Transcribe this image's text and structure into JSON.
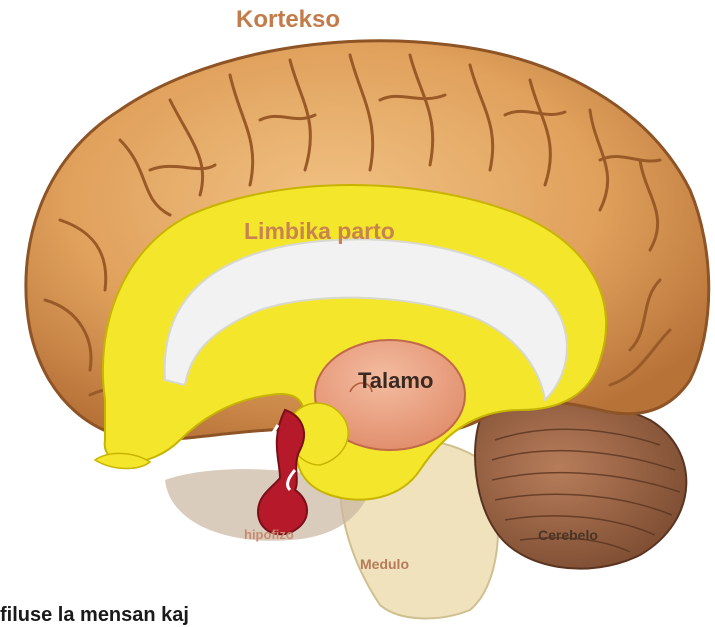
{
  "labels": {
    "cortex": "Kortekso",
    "limbic": "Limbika parto",
    "thalamus": "Talamo",
    "pituitary": "hipofizo",
    "cerebellum": "Cerebelo",
    "medulla": "Medulo"
  },
  "caption": "filuse la mensan kaj",
  "colors": {
    "cortex": "#e0a15c",
    "cortex_dark": "#a8632e",
    "limbic": "#f4e62a",
    "thalamus": "#e9a184",
    "pituitary": "#b6192a",
    "cerebellum": "#9a6244",
    "brainstem": "#efe2bc",
    "white_matter": "#f2f2f2"
  }
}
